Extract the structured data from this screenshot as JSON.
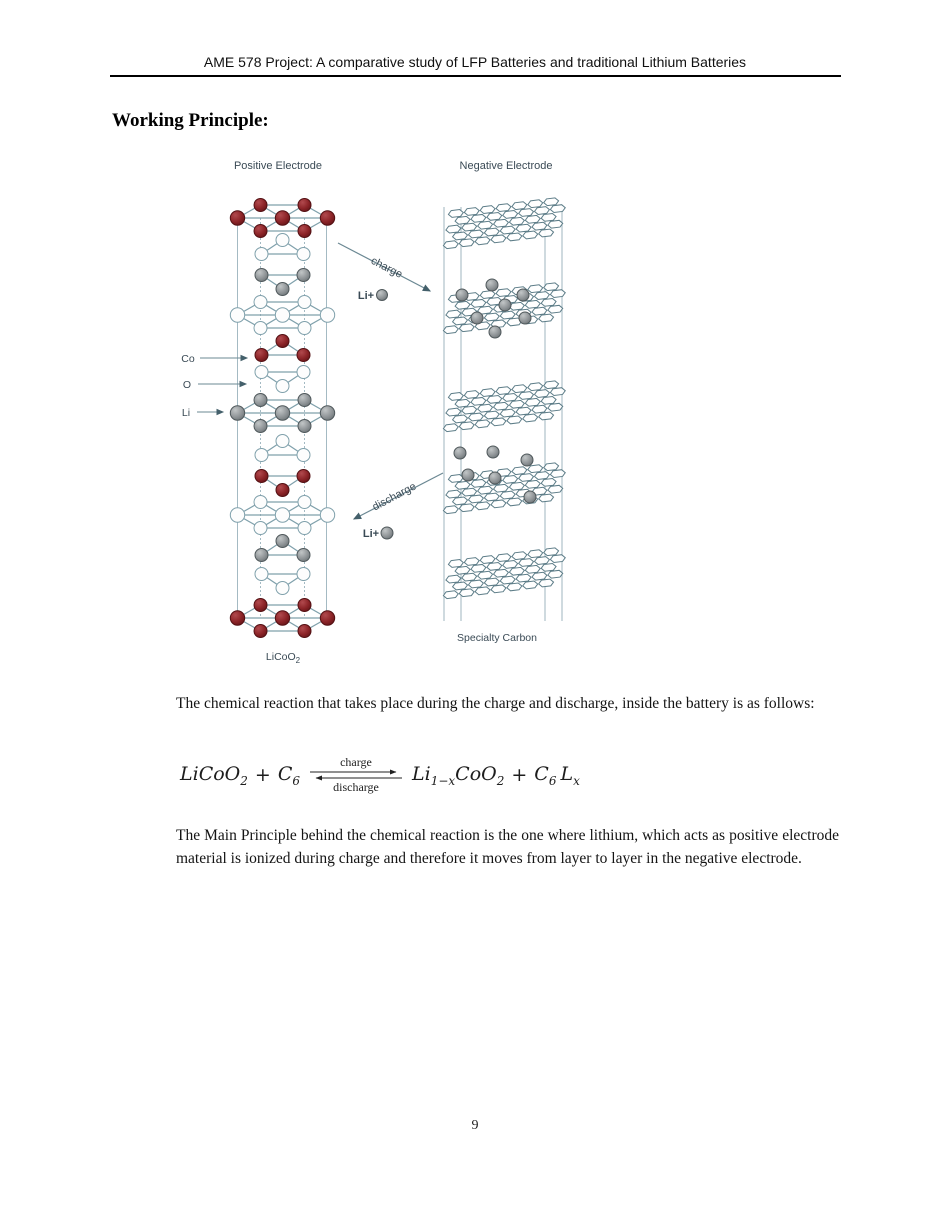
{
  "header": {
    "title": "AME 578 Project: A comparative study of LFP Batteries and traditional Lithium Batteries"
  },
  "heading": "Working Principle:",
  "page_number": "9",
  "figure": {
    "labels": {
      "positive_electrode": "Positive Electrode",
      "negative_electrode": "Negative Electrode",
      "charge": "charge",
      "discharge": "discharge",
      "li_ion_top": "Li+",
      "li_ion_bottom": "Li+",
      "co": "Co",
      "o": "O",
      "li": "Li",
      "licoo2": "LiCoO",
      "licoo2_sub": "2",
      "specialty_carbon": "Specialty Carbon"
    },
    "colors": {
      "cobalt_atom": "#8c2428",
      "oxygen_atom": "#fdfdfd",
      "lithium_atom": "#8d9295",
      "bond_line": "#7fa0ab",
      "frame_line": "#9fb6bf",
      "graphite_line": "#5d7d88",
      "label_text": "#3a4a55"
    }
  },
  "paragraphs": {
    "intro": "The chemical reaction that takes place during the charge and discharge, inside the battery is as follows:",
    "main_principle": "The Main Principle behind the chemical reaction is the one where lithium, which acts as positive electrode material is ionized during charge and therefore it moves from layer to layer in the negative electrode."
  },
  "equation": {
    "lhs_1": "LiCoO",
    "lhs_1_sub": "2",
    "plus_1": "+",
    "lhs_2": "C",
    "lhs_2_sub": "6",
    "over": "charge",
    "under": "discharge",
    "rhs_1": "Li",
    "rhs_1_sub": "1−x",
    "rhs_2": "CoO",
    "rhs_2_sub": "2",
    "plus_2": "+",
    "rhs_3": "C",
    "rhs_3_sub": "6",
    "rhs_4": "L",
    "rhs_4_sub": "x"
  }
}
